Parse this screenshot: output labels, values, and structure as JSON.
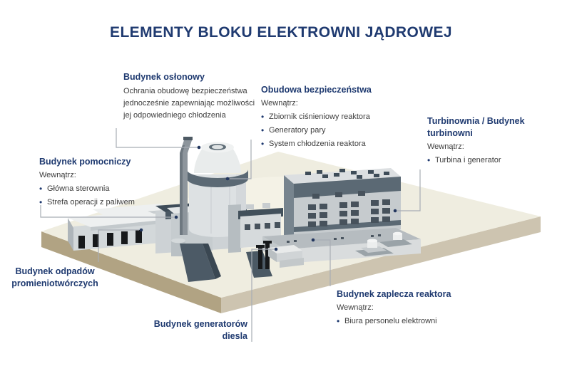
{
  "title": "ELEMENTY BLOKU ELEKTROWNI JĄDROWEJ",
  "callouts": {
    "oslonowy": {
      "heading": "Budynek osłonowy",
      "description": "Ochrania obudowę bezpieczeństwa jednocześnie zapewniając możliwości jej odpowiedniego chłodzenia"
    },
    "obudowa": {
      "heading": "Obudowa bezpieczeństwa",
      "inside_label": "Wewnątrz:",
      "items": [
        "Zbiornik ciśnieniowy reaktora",
        "Generatory pary",
        "System chłodzenia reaktora"
      ]
    },
    "turbinownia": {
      "heading": "Turbinownia / Budynek turbinowni",
      "inside_label": "Wewnątrz:",
      "items": [
        "Turbina i generator"
      ]
    },
    "pomocniczy": {
      "heading": "Budynek pomocniczy",
      "inside_label": "Wewnątrz:",
      "items": [
        "Główna sterownia",
        "Strefa operacji z paliwem"
      ]
    },
    "odpady": {
      "heading": "Budynek odpadów promieniotwórczych"
    },
    "diesel": {
      "heading": "Budynek generatorów diesla"
    },
    "zaplecze": {
      "heading": "Budynek zaplecza reaktora",
      "inside_label": "Wewnątrz:",
      "items": [
        "Biura personelu elektrowni"
      ]
    }
  },
  "colors": {
    "navy": "#1f3a70",
    "text": "#3d3d3d",
    "line": "#a8adb5",
    "dot": "#22365e",
    "ground_top": "#efede0",
    "ground_left": "#b1a383",
    "ground_right": "#cdc4b0",
    "wall_light": "#d3d8da",
    "wall_lighter": "#e4e7e8",
    "roof_white": "#eef0f0",
    "slate": "#5b6974",
    "slate_dark": "#3e4c58",
    "steel": "#8d959c",
    "window": "#47525c",
    "black": "#17191b"
  }
}
